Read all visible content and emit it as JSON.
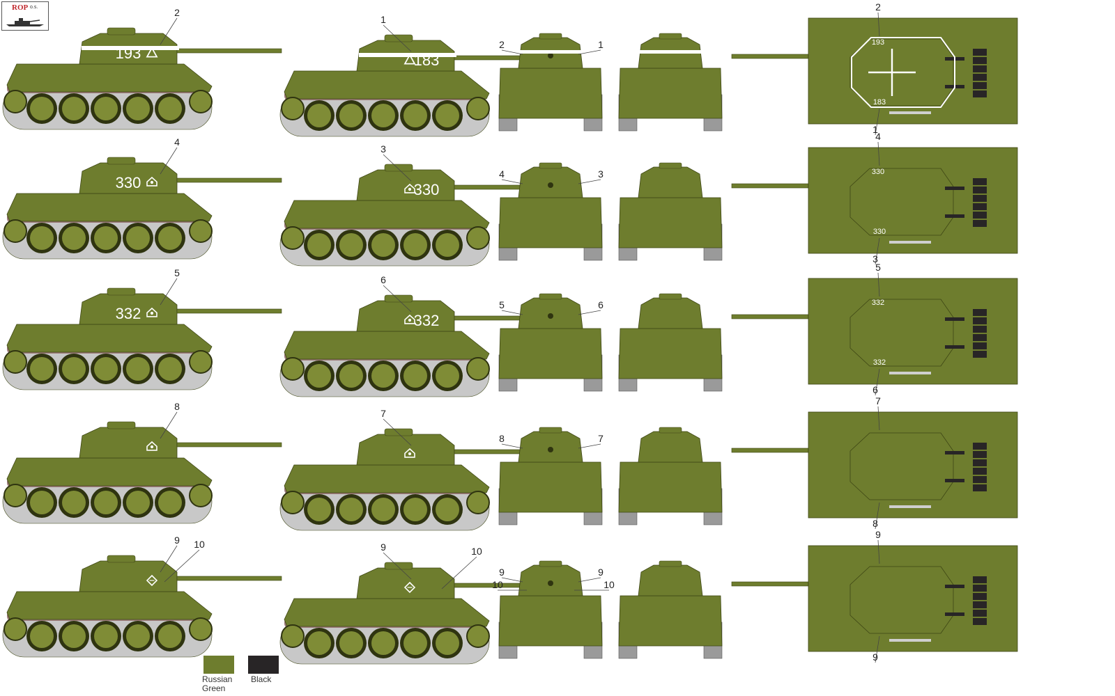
{
  "colors": {
    "russian_green": "#6e7d2e",
    "black": "#282526",
    "wheel_rim": "#7f8c36",
    "track_pink": "#9b7a78",
    "track_grey": "#c8c8c8",
    "marking": "#ffffff",
    "line": "#3d4514"
  },
  "logo": {
    "text": "ROP",
    "suffix": "o.s."
  },
  "rows": [
    {
      "a": {
        "number": "193",
        "emblem": "triangle",
        "callout": "2",
        "stripe": true
      },
      "b": {
        "number": "183",
        "emblem": "triangle",
        "callout": "1",
        "stripe": true
      },
      "front": {
        "left": "2",
        "right": "1",
        "stripe": true
      },
      "rear": {
        "stripe": true
      },
      "top": {
        "top_label": "2",
        "bottom_label": "1",
        "cross": true,
        "top_text": "193",
        "bottom_text": "183"
      }
    },
    {
      "a": {
        "number": "330",
        "emblem": "hut",
        "callout": "4"
      },
      "b": {
        "number": "330",
        "emblem": "hut",
        "callout": "3"
      },
      "front": {
        "left": "4",
        "right": "3"
      },
      "rear": {},
      "top": {
        "top_label": "4",
        "bottom_label": "3",
        "top_text": "330",
        "bottom_text": "330"
      }
    },
    {
      "a": {
        "number": "332",
        "emblem": "hut",
        "callout": "5"
      },
      "b": {
        "number": "332",
        "emblem": "hut",
        "callout": "6"
      },
      "front": {
        "left": "5",
        "right": "6"
      },
      "rear": {},
      "top": {
        "top_label": "5",
        "bottom_label": "6",
        "top_text": "332",
        "bottom_text": "332"
      }
    },
    {
      "a": {
        "number": "",
        "emblem": "hut",
        "callout": "8"
      },
      "b": {
        "number": "",
        "emblem": "hut",
        "callout": "7"
      },
      "front": {
        "left": "8",
        "right": "7"
      },
      "rear": {},
      "top": {
        "top_label": "7",
        "bottom_label": "8"
      }
    },
    {
      "a": {
        "number": "",
        "emblem": "diamond",
        "callout": "9",
        "callout2": "10"
      },
      "b": {
        "number": "",
        "emblem": "diamond",
        "callout": "9",
        "callout2": "10"
      },
      "front": {
        "left": "9",
        "left2": "10",
        "right": "9",
        "right2": "10"
      },
      "rear": {},
      "top": {
        "top_label": "9",
        "bottom_label": "9"
      }
    }
  ],
  "legend": [
    {
      "name_line1": "Russian",
      "name_line2": "Green",
      "color": "#6e7d2e"
    },
    {
      "name_line1": "Black",
      "name_line2": "",
      "color": "#282526"
    }
  ]
}
